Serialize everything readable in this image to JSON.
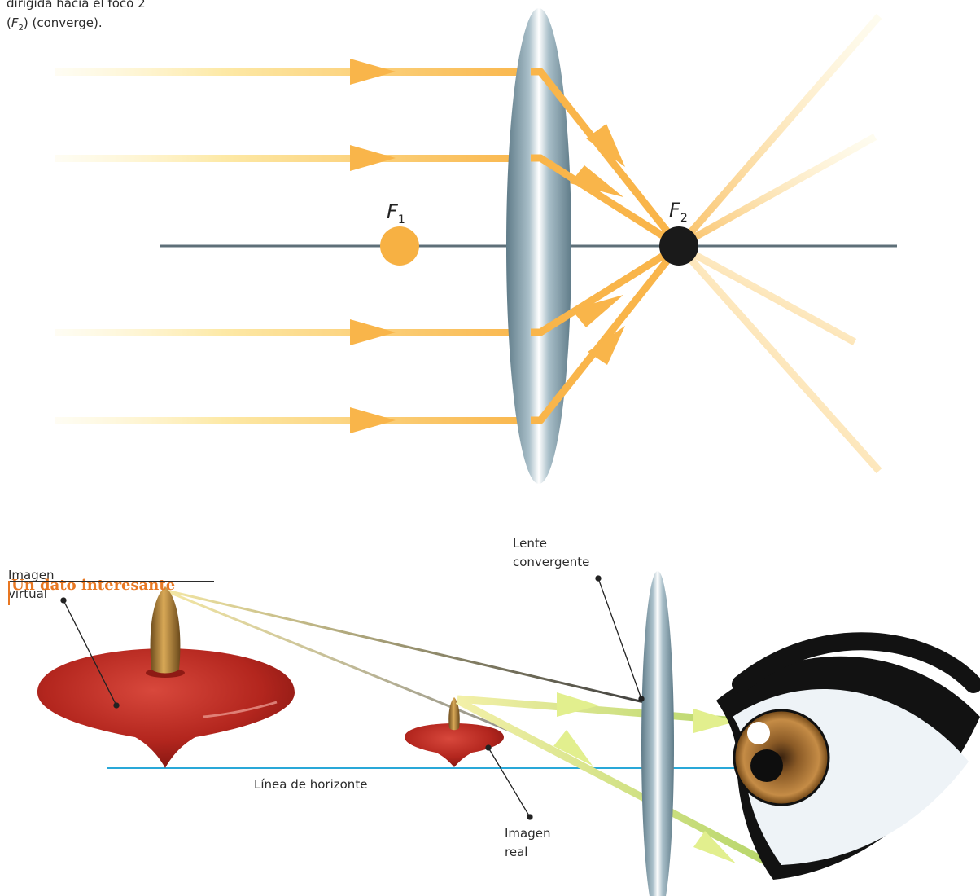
{
  "intro": {
    "line1": "dirigida hacia el foco 2",
    "line2_prefix": "(",
    "line2_f": "F",
    "line2_sub": "2",
    "line2_suffix": ") (converge)."
  },
  "focus1": {
    "letter": "F",
    "sub": "1"
  },
  "focus2": {
    "letter": "F",
    "sub": "2"
  },
  "labels": {
    "imagen_virtual_1": "Imagen",
    "imagen_virtual_2": "virtual",
    "lente_1": "Lente",
    "lente_2": "convergente",
    "horizonte": "Línea de horizonte",
    "imagen_real_1": "Imagen",
    "imagen_real_2": "real"
  },
  "dato": {
    "title": "Un dato interesante"
  },
  "colors": {
    "ray_orange": "#f9b54a",
    "ray_fade": "#fdf3c4",
    "axis": "#5e6f78",
    "focus1": "#f7b143",
    "focus2": "#1a1a1a",
    "top_red": "#b3261e",
    "horizon": "#29a8d8",
    "accent_orange": "#e87722"
  }
}
